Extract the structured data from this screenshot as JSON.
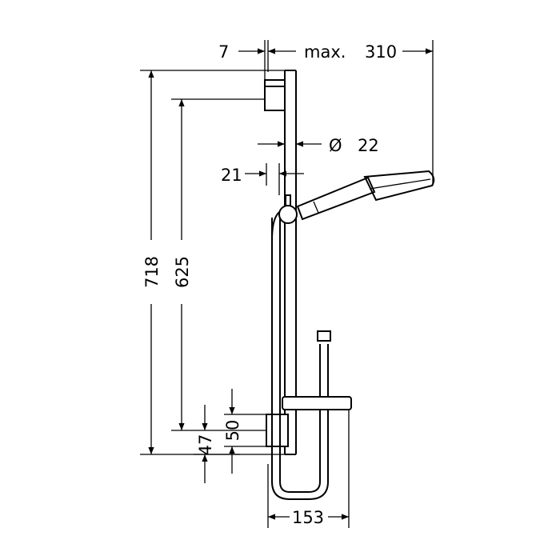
{
  "drawing": {
    "dimensions": {
      "top_offset": "7",
      "max_label": "max.",
      "reach": "310",
      "diameter_symbol": "Ø",
      "diameter": "22",
      "wall_offset": "21",
      "total_height": "718",
      "rail_height": "625",
      "holder_offset": "50",
      "bottom_offset": "47",
      "shelf_width": "153"
    }
  }
}
